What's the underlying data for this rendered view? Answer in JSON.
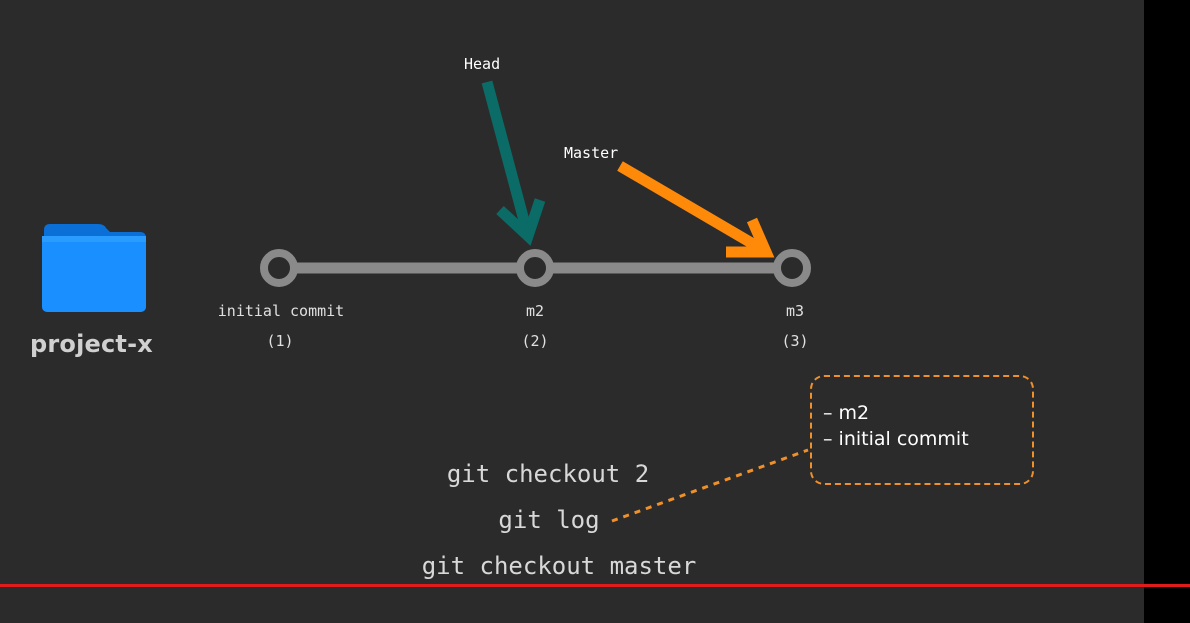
{
  "project": {
    "name": "project-x"
  },
  "commits": [
    {
      "label": "initial commit",
      "number": "(1)"
    },
    {
      "label": "m2",
      "number": "(2)"
    },
    {
      "label": "m3",
      "number": "(3)"
    }
  ],
  "pointers": {
    "head": "Head",
    "master": "Master"
  },
  "log_output": [
    "– m2",
    "– initial commit"
  ],
  "commands": [
    "git checkout 2",
    "git log",
    "git checkout master"
  ],
  "colors": {
    "background": "#2b2b2b",
    "timeline": "#8a8a8a",
    "head_arrow": "#0b6b66",
    "master_arrow": "#ff8a0a",
    "dashed_accent": "#f0902a",
    "folder": "#1a8fff",
    "progress": "#e01b1b"
  },
  "icons": {
    "folder": "folder-icon"
  }
}
